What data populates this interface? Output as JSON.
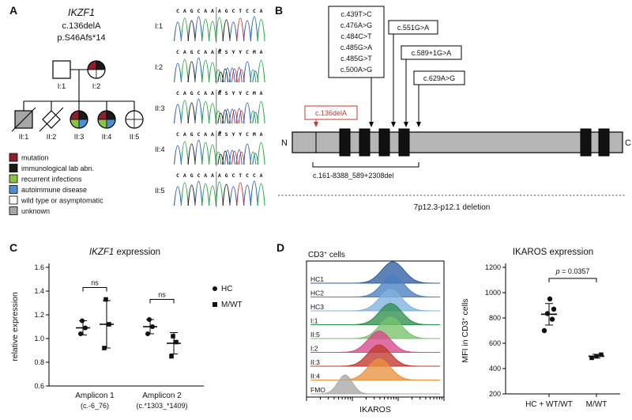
{
  "panelA": {
    "label": "A",
    "gene": "IKZF1",
    "variant_dna": "c.136delA",
    "variant_protein": "p.S46Afs*14",
    "pedigree": {
      "generation1": [
        {
          "id": "I:1",
          "shape": "square",
          "quadrants": [
            null,
            null,
            null,
            null
          ],
          "deceased": false
        },
        {
          "id": "I:2",
          "shape": "circle",
          "quadrants": [
            "mutation",
            "lab",
            null,
            null
          ],
          "deceased": false
        }
      ],
      "generation2": [
        {
          "id": "II:1",
          "shape": "square",
          "solid": "unknown",
          "deceased": true
        },
        {
          "id": "II:2",
          "shape": "diamond",
          "solid": null,
          "deceased": true
        },
        {
          "id": "II:3",
          "shape": "circle",
          "quadrants": [
            "mutation",
            "lab",
            "infections",
            "autoimmune"
          ],
          "deceased": false
        },
        {
          "id": "II:4",
          "shape": "circle",
          "quadrants": [
            "mutation",
            "lab",
            "infections",
            "autoimmune"
          ],
          "deceased": false
        },
        {
          "id": "II:5",
          "shape": "circle",
          "quadrants": [
            null,
            null,
            null,
            null
          ],
          "deceased": false
        }
      ]
    },
    "legend": [
      {
        "key": "mutation",
        "label": "mutation",
        "color": "#8e1f2c"
      },
      {
        "key": "lab",
        "label": "immunological lab abn.",
        "color": "#1a1a1a"
      },
      {
        "key": "infections",
        "label": "recurrent infections",
        "color": "#8bc53f"
      },
      {
        "key": "autoimmune",
        "label": "autoimmune disease",
        "color": "#4a90d2"
      },
      {
        "key": "wildtype",
        "label": "wild type or asymptomatic",
        "color": "#ffffff"
      },
      {
        "key": "unknown",
        "label": "unknown",
        "color": "#a6a6a6"
      }
    ],
    "base_colors": {
      "A": "#2fa84b",
      "C": "#2b63b8",
      "G": "#1f1f1f",
      "T": "#d03030",
      "ambiguous": "#8a8a8a"
    },
    "chromatograms": [
      {
        "id": "I:1",
        "sequence": "CAGCAAAGCTCCA",
        "het": false
      },
      {
        "id": "I:2",
        "sequence": "CAGCAARSYYCMA",
        "het": true
      },
      {
        "id": "II:3",
        "sequence": "CAGCAARSYYCMA",
        "het": true
      },
      {
        "id": "II:4",
        "sequence": "CAGCAARSYYCMA",
        "het": true
      },
      {
        "id": "II:5",
        "sequence": "CAGCAAAGCTCCA",
        "het": false
      }
    ]
  },
  "panelB": {
    "label": "B",
    "n_terminus": "N",
    "c_terminus": "C",
    "zinc_fingers": [
      "ZF1",
      "ZF2",
      "ZF3",
      "ZF4",
      "ZF5",
      "ZF6"
    ],
    "box_variants": [
      "c.439T>C",
      "c.476A>G",
      "c.484C>T",
      "c.485G>A",
      "c.485G>T",
      "c.500A>G"
    ],
    "callout_variants": [
      "c.551G>A",
      "c.589+1G>A",
      "c.629A>G"
    ],
    "highlight_variant": "c.136delA",
    "highlight_color": "#c0392b",
    "intragenic_deletion": "c.161-8388_589+2308del",
    "large_deletion": "7p12.3-p12.1 deletion"
  },
  "panelC": {
    "label": "C"
  },
  "panelD": {
    "label": "D",
    "flow_title": "CD3+ cells",
    "flow_title_parts": {
      "base": "CD3",
      "sup": "+",
      "rest": " cells"
    }
  },
  "chart_data": [
    {
      "id": "ikzf1_expression",
      "type": "scatter",
      "title": "IKZF1 expression",
      "title_gene": "IKZF1",
      "title_rest": " expression",
      "ylabel": "relative expression",
      "ylim": [
        0.6,
        1.6
      ],
      "yticks": [
        "0.6",
        "0.8",
        "1.0",
        "1.2",
        "1.4",
        "1.6"
      ],
      "grid": false,
      "legend_position": "right",
      "categories": [
        {
          "line1": "Amplicon 1",
          "line2": "(c.-6_76)"
        },
        {
          "line1": "Amplicon 2",
          "line2": "(c.*1303_*1409)"
        }
      ],
      "legend": [
        {
          "label": "HC",
          "marker": "circle"
        },
        {
          "label": "M/WT",
          "marker": "square"
        }
      ],
      "series": [
        {
          "category": 0,
          "name": "HC",
          "marker": "circle",
          "points": [
            1.04,
            1.09,
            1.15
          ],
          "mean": 1.09,
          "sd": 0.06
        },
        {
          "category": 0,
          "name": "M/WT",
          "marker": "square",
          "points": [
            0.92,
            1.12,
            1.33
          ],
          "mean": 1.12,
          "sd": 0.2
        },
        {
          "category": 1,
          "name": "HC",
          "marker": "circle",
          "points": [
            1.04,
            1.1,
            1.16
          ],
          "mean": 1.1,
          "sd": 0.06
        },
        {
          "category": 1,
          "name": "M/WT",
          "marker": "square",
          "points": [
            0.85,
            0.97,
            1.02
          ],
          "mean": 0.96,
          "sd": 0.09
        }
      ],
      "annotations": [
        {
          "text": "ns",
          "pair": [
            0,
            1
          ],
          "y": 1.43
        },
        {
          "text": "ns",
          "pair": [
            2,
            3
          ],
          "y": 1.33
        }
      ]
    },
    {
      "id": "ikaros_flow_histograms",
      "type": "flow-histograms",
      "title": "CD3+ cells",
      "xlabel": "IKAROS",
      "xscale": "log",
      "rows": [
        {
          "label": "HC1",
          "color": "#2e5fa3",
          "peak_pos": 0.62
        },
        {
          "label": "HC2",
          "color": "#4a7fc1",
          "peak_pos": 0.62
        },
        {
          "label": "HC3",
          "color": "#7fb2e0",
          "peak_pos": 0.6
        },
        {
          "label": "I:1",
          "color": "#2f8f4e",
          "peak_pos": 0.6
        },
        {
          "label": "II:5",
          "color": "#79c36a",
          "peak_pos": 0.6
        },
        {
          "label": "I:2",
          "color": "#d9488c",
          "peak_pos": 0.5
        },
        {
          "label": "II:3",
          "color": "#c2382f",
          "peak_pos": 0.5
        },
        {
          "label": "II:4",
          "color": "#e8923e",
          "peak_pos": 0.5
        },
        {
          "label": "FMO",
          "color": "#a8a8a8",
          "peak_pos": 0.2
        }
      ]
    },
    {
      "id": "ikaros_expression",
      "type": "scatter",
      "title": "IKAROS expression",
      "ylabel": "MFI in CD3+ cells",
      "ylabel_parts": {
        "base": "MFI in CD3",
        "sup": "+",
        "rest": " cells"
      },
      "ylim": [
        200,
        1200
      ],
      "yticks": [
        "200",
        "400",
        "600",
        "800",
        "1000",
        "1200"
      ],
      "categories": [
        "HC + WT/WT",
        "M/WT"
      ],
      "series": [
        {
          "category": 0,
          "marker": "circle",
          "points": [
            700,
            790,
            835,
            870,
            950
          ],
          "mean": 829,
          "sd": 85
        },
        {
          "category": 1,
          "marker": "square",
          "points": [
            485,
            498,
            510
          ],
          "mean": 498,
          "sd": 15
        }
      ],
      "p_value": "p = 0.0357",
      "p_parts": {
        "italic": "p",
        "rest": " = 0.0357"
      }
    }
  ]
}
